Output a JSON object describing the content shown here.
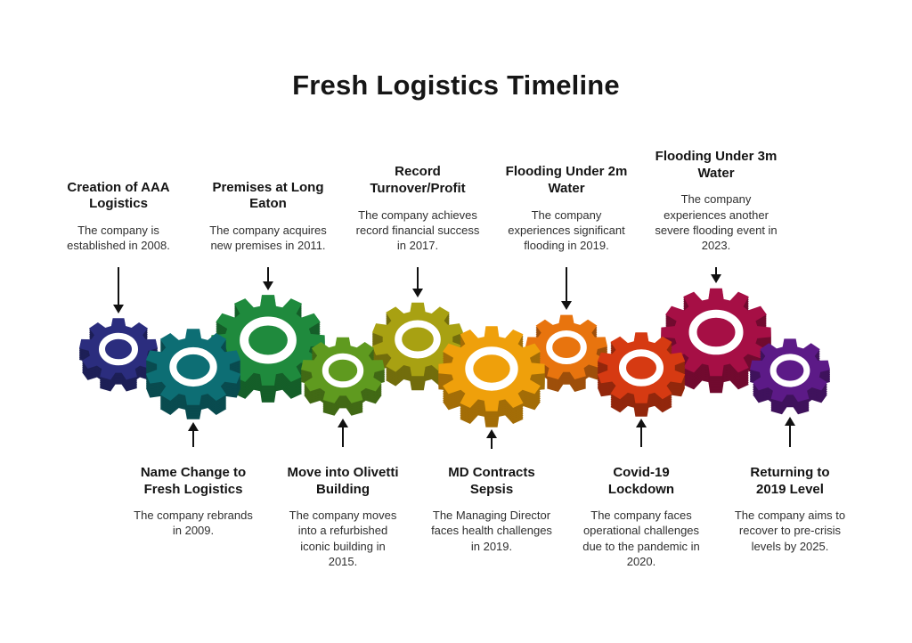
{
  "title": "Fresh Logistics Timeline",
  "timeline": {
    "top_events": [
      {
        "heading": "Creation of AAA Logistics",
        "description": "The company is established in 2008."
      },
      {
        "heading": "Premises at Long Eaton",
        "description": "The company acquires new premises in 2011."
      },
      {
        "heading": "Record Turnover/Profit",
        "description": "The company achieves record financial success in 2017."
      },
      {
        "heading": "Flooding Under 2m Water",
        "description": "The company experiences significant flooding in 2019."
      },
      {
        "heading": "Flooding Under 3m Water",
        "description": "The company experiences another severe flooding event in 2023."
      }
    ],
    "bottom_events": [
      {
        "heading": "Name Change to Fresh Logistics",
        "description": "The company rebrands in 2009."
      },
      {
        "heading": "Move into Olivetti Building",
        "description": "The company moves into a refurbished iconic building in 2015."
      },
      {
        "heading": "MD Contracts Sepsis",
        "description": "The Managing Director faces health challenges in 2019."
      },
      {
        "heading": "Covid-19 Lockdown",
        "description": "The company faces operational challenges due to the pandemic in 2020."
      },
      {
        "heading": "Returning to 2019 Level",
        "description": "The company aims to recover to pre-crisis levels by 2025."
      }
    ],
    "gear_colors": [
      "#2b2d7e",
      "#0d6e74",
      "#1f8a3d",
      "#5f9a1f",
      "#a8a112",
      "#efa00b",
      "#e8740e",
      "#d63a12",
      "#a60f45",
      "#5c1a87"
    ],
    "arrow_color": "#111111"
  }
}
